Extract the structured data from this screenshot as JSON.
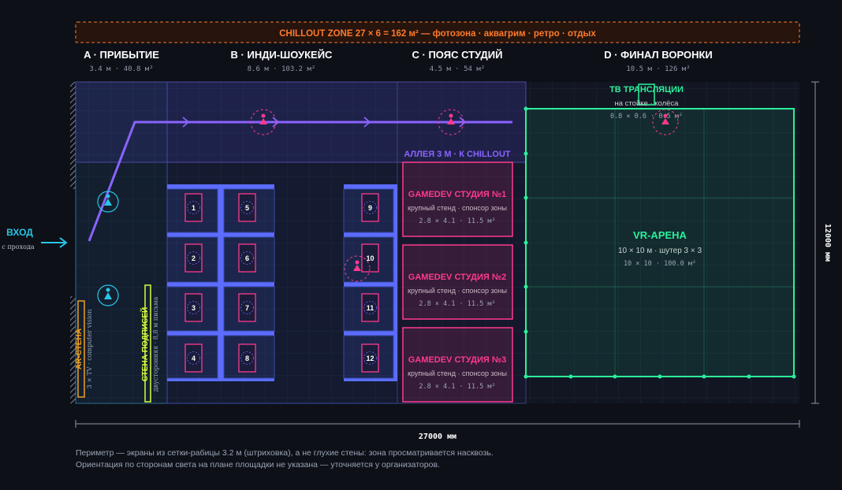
{
  "chillout": {
    "label": "CHILLOUT ZONE 27 × 6 = 162 м² — фотозона · аквагрим · ретро · отдых"
  },
  "zones": [
    {
      "title": "A · ПРИБЫТИЕ",
      "sub": "3.4 м · 40.8 м²"
    },
    {
      "title": "B · ИНДИ-ШОУКЕЙС",
      "sub": "8.6 м · 103.2 м²"
    },
    {
      "title": "C · ПОЯС СТУДИЙ",
      "sub": "4.5 м · 54 м²"
    },
    {
      "title": "D · ФИНАЛ ВОРОНКИ",
      "sub": "10.5 м · 126 м²"
    }
  ],
  "tv": {
    "title": "ТВ ТРАНСЛЯЦИИ",
    "sub": "на стойке · колёса",
    "dims": "0.8 × 0.6 · 0.5 м²"
  },
  "aisle": {
    "label": "АЛЛЕЯ 3 М · К CHILLOUT"
  },
  "entrance": {
    "label": "ВХОД",
    "sub": "с прохода"
  },
  "studios": [
    {
      "title": "GAMEDEV СТУДИЯ №1",
      "sub": "крупный стенд · спонсор зоны",
      "dims": "2.8 × 4.1 · 11.5 м²"
    },
    {
      "title": "GAMEDEV СТУДИЯ №2",
      "sub": "крупный стенд · спонсор зоны",
      "dims": "2.8 × 4.1 · 11.5 м²"
    },
    {
      "title": "GAMEDEV СТУДИЯ №3",
      "sub": "крупный стенд · спонсор зоны",
      "dims": "2.8 × 4.1 · 11.5 м²"
    }
  ],
  "vr": {
    "title": "VR-АРЕНА",
    "sub": "10 × 10 м · шутер 3 × 3",
    "dims": "10 × 10 · 100.0 м²"
  },
  "booths": [
    "1",
    "2",
    "3",
    "4",
    "5",
    "6",
    "7",
    "8",
    "9",
    "10",
    "11",
    "12"
  ],
  "ar_wall": {
    "title": "AR-СТЕНА",
    "sub": "3 × TV · computer vision"
  },
  "sign_wall": {
    "title": "СТЕНА ПОДПИСЕЙ",
    "sub": "двусторонняя · 8,8 м письма"
  },
  "dims": {
    "width": "27000 мм",
    "height": "12000 мм"
  },
  "notes": [
    "Периметр — экраны из сетки-рабицы 3.2 м (штриховка), а не глухие стены: зона просматривается насквозь.",
    "Ориентация по сторонам света на плане площадки не указана — уточняется у организаторов."
  ],
  "colors": {
    "bg": "#0d1017",
    "orange": "#ff7a2a",
    "purple": "#8a63ff",
    "blue": "#5b6cff",
    "pink": "#ff3a8c",
    "green": "#2bf09a",
    "cyan": "#27c6e6",
    "yellow": "#d8ff3a",
    "amber": "#f0a020"
  }
}
